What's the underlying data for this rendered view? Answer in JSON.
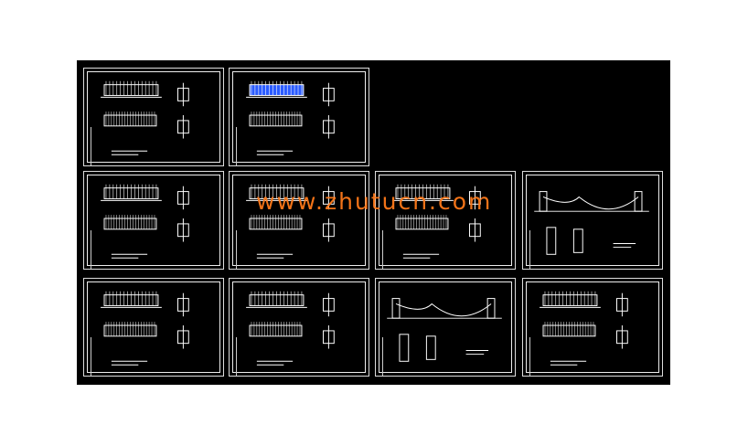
{
  "watermark": "www.zhutucn.com",
  "colors": {
    "background": "#000000",
    "lines": "#ffffff",
    "watermark": "#ff7a1a",
    "highlight": "#2a5bff"
  },
  "sheets": [
    {
      "row": 1,
      "col": 1,
      "type": "fence-elevation"
    },
    {
      "row": 1,
      "col": 2,
      "type": "fence-elevation-highlighted"
    },
    {
      "row": 2,
      "col": 1,
      "type": "fence-elevation"
    },
    {
      "row": 2,
      "col": 2,
      "type": "fence-elevation"
    },
    {
      "row": 2,
      "col": 3,
      "type": "fence-elevation"
    },
    {
      "row": 2,
      "col": 4,
      "type": "chain-fence"
    },
    {
      "row": 3,
      "col": 1,
      "type": "fence-elevation"
    },
    {
      "row": 3,
      "col": 2,
      "type": "fence-elevation"
    },
    {
      "row": 3,
      "col": 3,
      "type": "chain-fence"
    },
    {
      "row": 3,
      "col": 4,
      "type": "fence-elevation"
    }
  ]
}
